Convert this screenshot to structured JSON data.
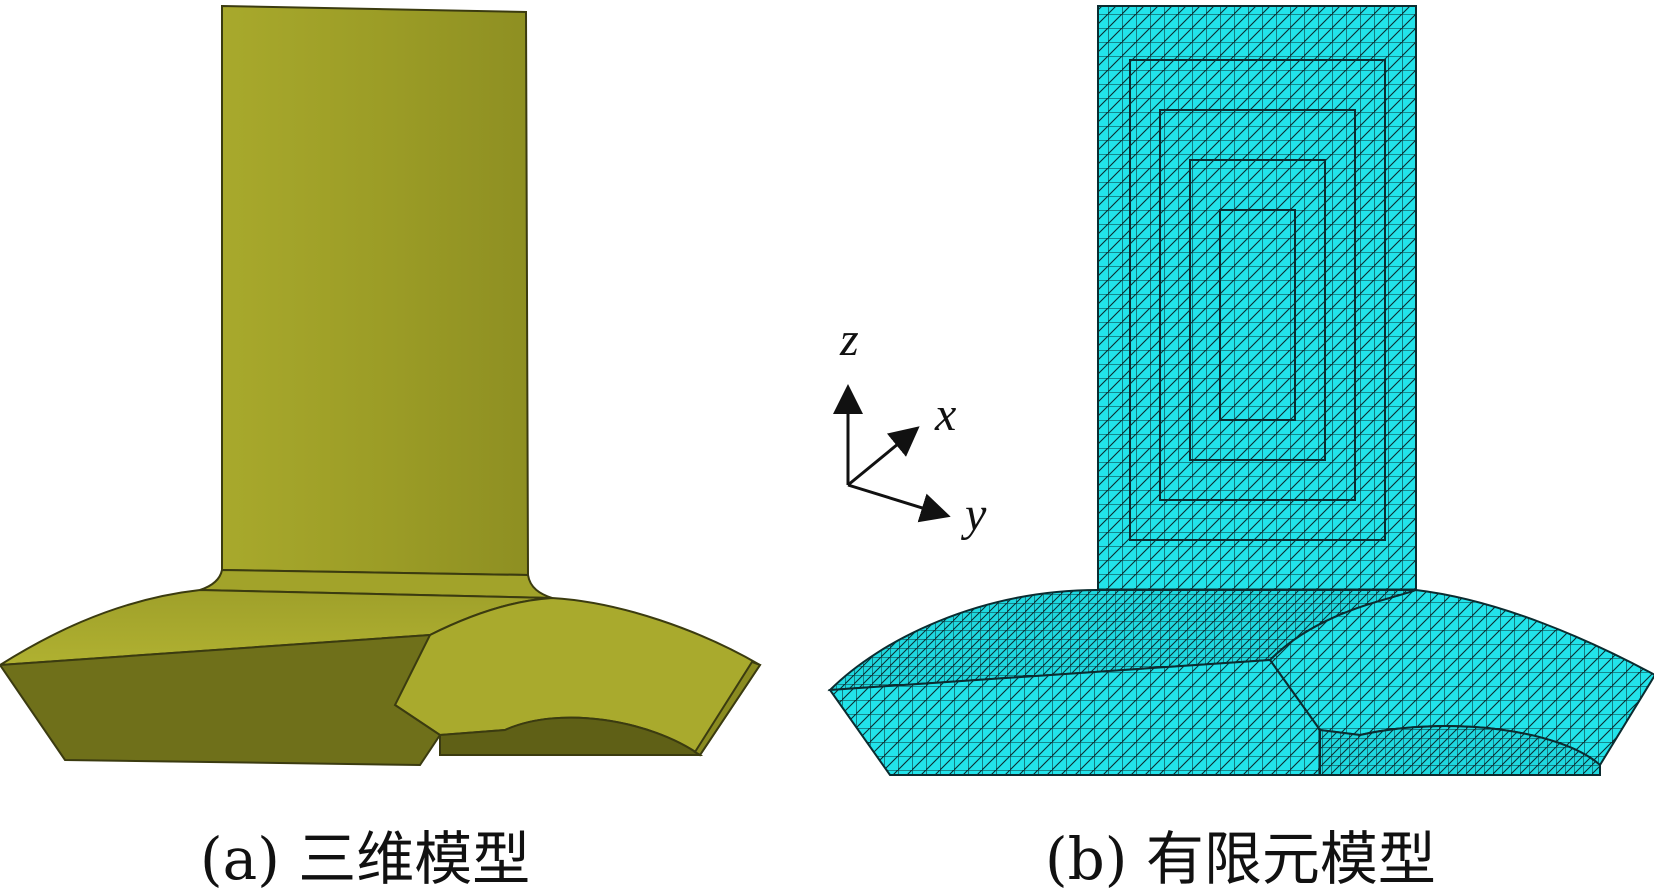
{
  "panels": [
    {
      "id": "a",
      "caption": "(a) 三维模型",
      "colors": {
        "light": "#a8a92c",
        "mid": "#979824",
        "dark": "#6f701a",
        "edge": "#3b3b10"
      }
    },
    {
      "id": "b",
      "caption": "(b) 有限元模型",
      "colors": {
        "fill": "#22e3ea",
        "mesh": "#0b2c30"
      }
    }
  ],
  "axes": {
    "z": "z",
    "x": "x",
    "y": "y",
    "color": "#111111"
  }
}
